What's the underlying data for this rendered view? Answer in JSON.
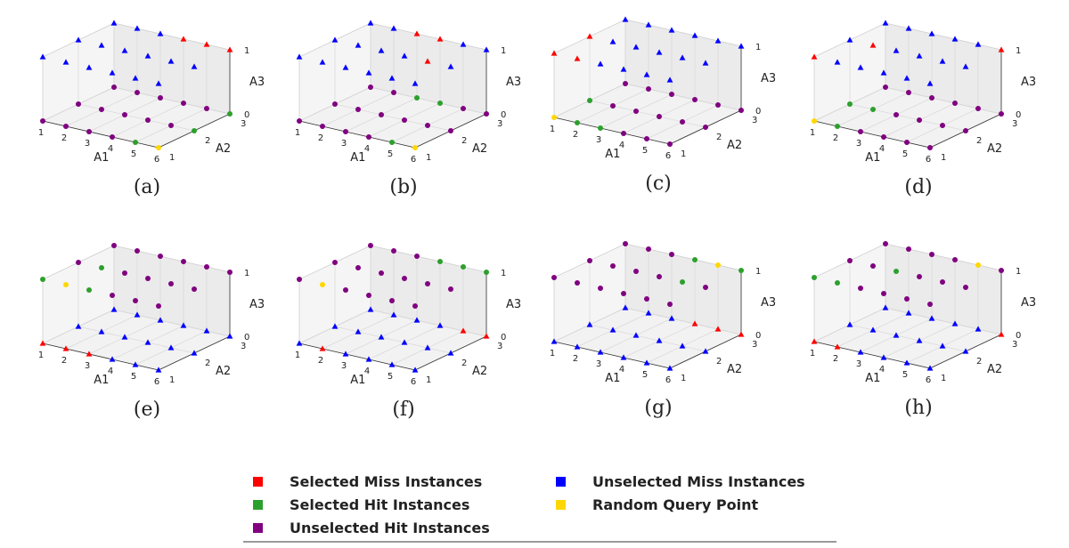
{
  "chart_data": {
    "type": "scatter",
    "grid": true,
    "axes": {
      "x": {
        "label": "A1",
        "ticks": [
          "1",
          "2",
          "3",
          "4",
          "5",
          "6"
        ],
        "range": [
          1,
          6
        ]
      },
      "y": {
        "label": "A2",
        "ticks": [
          "1",
          "2",
          "3"
        ],
        "range": [
          1,
          3
        ]
      },
      "z": {
        "label": "A3",
        "ticks": [
          "0",
          "1"
        ],
        "range": [
          0,
          1
        ]
      }
    },
    "classes": [
      {
        "name": "Selected Miss Instances",
        "color": "#ff0000",
        "marker": "triangle"
      },
      {
        "name": "Selected Hit Instances",
        "color": "#2ca02c",
        "marker": "circle"
      },
      {
        "name": "Unselected Hit Instances",
        "color": "#800080",
        "marker": "circle"
      },
      {
        "name": "Unselected Miss Instances",
        "color": "#0000ff",
        "marker": "triangle"
      },
      {
        "name": "Random Query Point",
        "color": "#ffd700",
        "marker": "circle"
      }
    ],
    "panels": [
      {
        "caption": "(a)",
        "query": [
          6,
          1,
          0
        ],
        "hit_layer": 0,
        "selected_hit": [
          [
            5,
            1,
            0
          ],
          [
            6,
            2,
            0
          ],
          [
            6,
            3,
            0
          ]
        ],
        "selected_miss": [
          [
            4,
            3,
            1
          ],
          [
            5,
            3,
            1
          ],
          [
            6,
            3,
            1
          ]
        ]
      },
      {
        "caption": "(b)",
        "query": [
          6,
          1,
          0
        ],
        "hit_layer": 0,
        "selected_hit": [
          [
            5,
            1,
            0
          ],
          [
            3,
            3,
            0
          ],
          [
            4,
            3,
            0
          ]
        ],
        "selected_miss": [
          [
            3,
            3,
            1
          ],
          [
            4,
            3,
            1
          ],
          [
            5,
            2,
            1
          ]
        ]
      },
      {
        "caption": "(c)",
        "query": [
          1,
          1,
          0
        ],
        "hit_layer": 0,
        "selected_hit": [
          [
            2,
            1,
            0
          ],
          [
            3,
            1,
            0
          ],
          [
            1,
            2,
            0
          ]
        ],
        "selected_miss": [
          [
            1,
            1,
            1
          ],
          [
            2,
            1,
            1
          ],
          [
            1,
            2,
            1
          ]
        ]
      },
      {
        "caption": "(d)",
        "query": [
          1,
          1,
          0
        ],
        "hit_layer": 0,
        "selected_hit": [
          [
            2,
            1,
            0
          ],
          [
            1,
            2,
            0
          ],
          [
            2,
            2,
            0
          ]
        ],
        "selected_miss": [
          [
            1,
            1,
            1
          ],
          [
            2,
            2,
            1
          ],
          [
            6,
            3,
            1
          ]
        ]
      },
      {
        "caption": "(e)",
        "query": [
          2,
          1,
          1
        ],
        "hit_layer": 1,
        "selected_hit": [
          [
            1,
            1,
            1
          ],
          [
            3,
            1,
            1
          ],
          [
            2,
            2,
            1
          ]
        ],
        "selected_miss": [
          [
            1,
            1,
            0
          ],
          [
            2,
            1,
            0
          ],
          [
            3,
            1,
            0
          ]
        ]
      },
      {
        "caption": "(f)",
        "query": [
          2,
          1,
          1
        ],
        "hit_layer": 1,
        "selected_hit": [
          [
            4,
            3,
            1
          ],
          [
            5,
            3,
            1
          ],
          [
            6,
            3,
            1
          ]
        ],
        "selected_miss": [
          [
            2,
            1,
            0
          ],
          [
            5,
            3,
            0
          ],
          [
            6,
            3,
            0
          ]
        ]
      },
      {
        "caption": "(g)",
        "query": [
          5,
          3,
          1
        ],
        "hit_layer": 1,
        "selected_hit": [
          [
            4,
            3,
            1
          ],
          [
            6,
            3,
            1
          ],
          [
            5,
            2,
            1
          ]
        ],
        "selected_miss": [
          [
            4,
            3,
            0
          ],
          [
            5,
            3,
            0
          ],
          [
            6,
            3,
            0
          ]
        ]
      },
      {
        "caption": "(h)",
        "query": [
          5,
          3,
          1
        ],
        "hit_layer": 1,
        "selected_hit": [
          [
            1,
            1,
            1
          ],
          [
            2,
            1,
            1
          ],
          [
            3,
            2,
            1
          ]
        ],
        "selected_miss": [
          [
            1,
            1,
            0
          ],
          [
            2,
            1,
            0
          ],
          [
            6,
            3,
            0
          ]
        ]
      }
    ]
  }
}
